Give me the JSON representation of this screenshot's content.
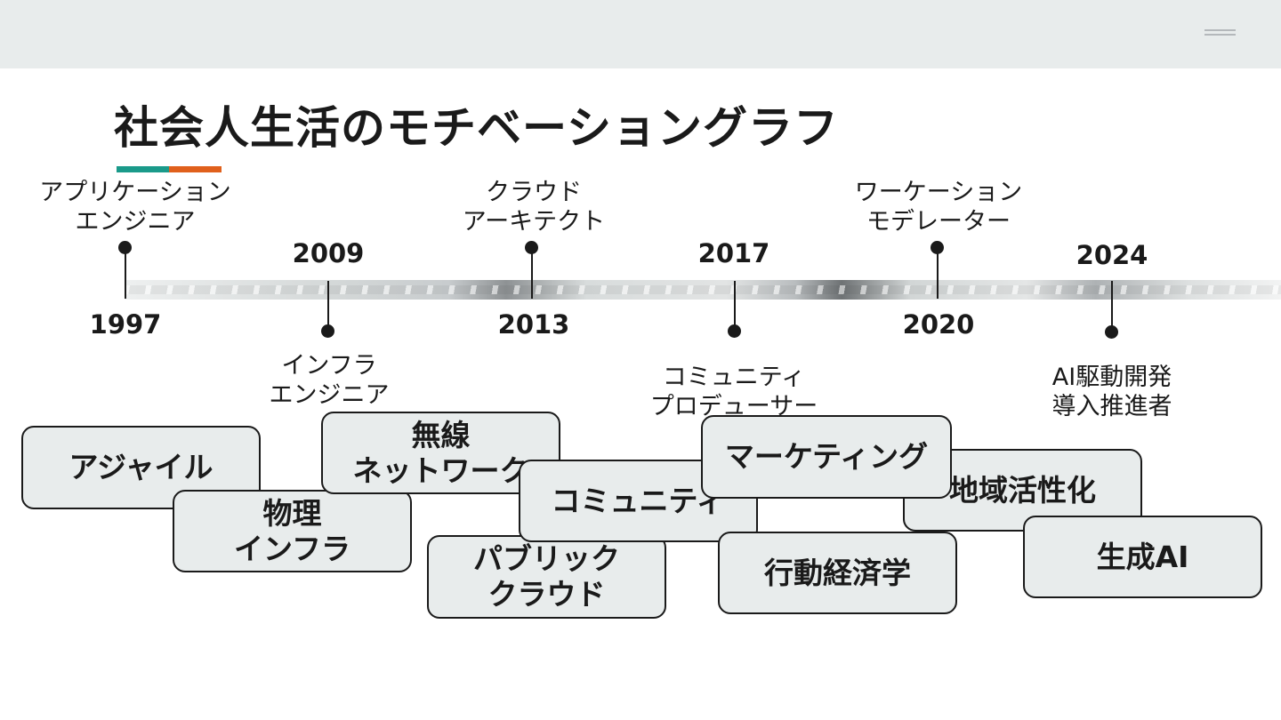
{
  "title": "社会人生活のモチベーショングラフ",
  "colors": {
    "accent_teal": "#1a9a8a",
    "accent_orange": "#e0601c",
    "tag_fill": "#e8ecec",
    "ink": "#1a1a1a"
  },
  "icons": {
    "menu": "menu-lines-icon"
  },
  "milestones": [
    {
      "year": "1997",
      "role": [
        "アプリケーション",
        "エンジニア"
      ]
    },
    {
      "year": "2009",
      "role": [
        "インフラ",
        "エンジニア"
      ]
    },
    {
      "year": "2013",
      "role": [
        "クラウド",
        "アーキテクト"
      ]
    },
    {
      "year": "2017",
      "role": [
        "コミュニティ",
        "プロデューサー"
      ]
    },
    {
      "year": "2020",
      "role": [
        "ワーケーション",
        "モデレーター"
      ]
    },
    {
      "year": "2024",
      "role": [
        "AI駆動開発",
        "導入推進者"
      ]
    }
  ],
  "tags": [
    {
      "lines": [
        "アジャイル"
      ]
    },
    {
      "lines": [
        "物理",
        "インフラ"
      ]
    },
    {
      "lines": [
        "無線",
        "ネットワーク"
      ]
    },
    {
      "lines": [
        "パブリック",
        "クラウド"
      ]
    },
    {
      "lines": [
        "コミュニティ"
      ]
    },
    {
      "lines": [
        "マーケティング"
      ]
    },
    {
      "lines": [
        "行動経済学"
      ]
    },
    {
      "lines": [
        "地域活性化"
      ]
    },
    {
      "lines": [
        "生成AI"
      ]
    }
  ]
}
